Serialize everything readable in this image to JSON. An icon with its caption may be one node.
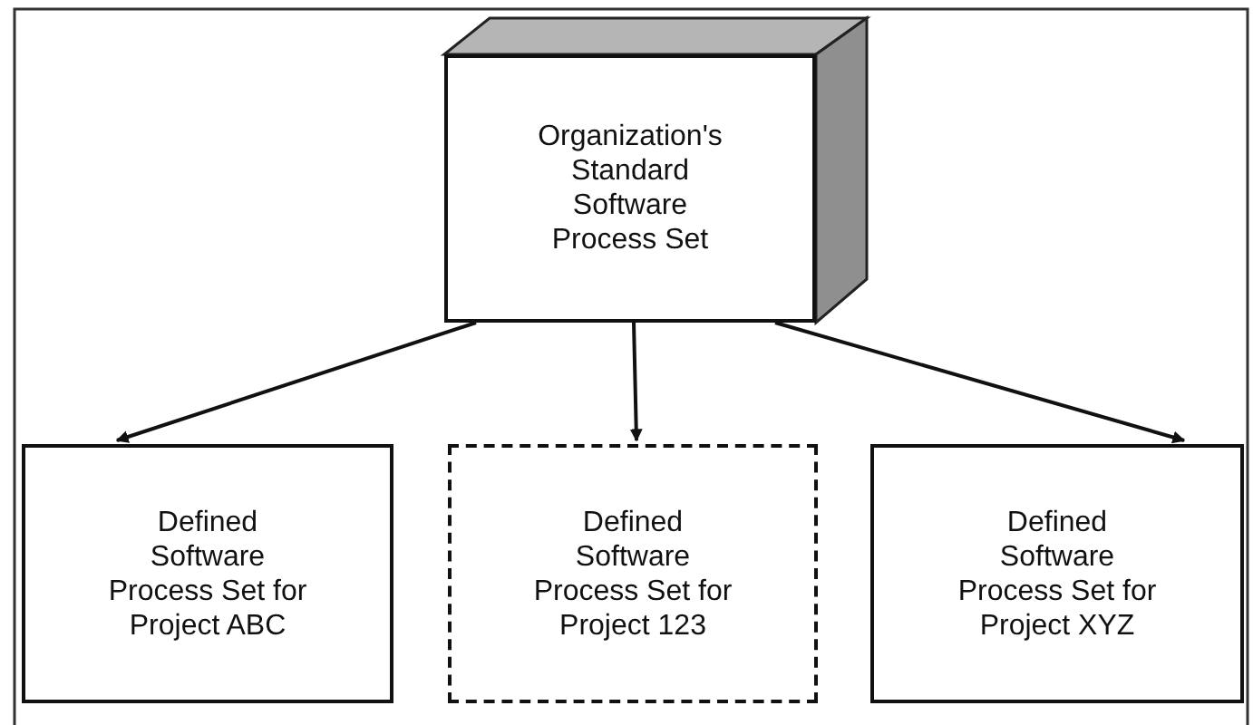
{
  "diagram": {
    "nodes": [
      {
        "text": [
          "Organization's Standard Software Process Set"
        ]
      },
      {
        "text": [
          "Defined Software Process Set for Project ABC"
        ]
      },
      {
        "text": [
          "Defined Software Process Set for Project 123"
        ]
      },
      {
        "text": [
          "Defined Software Process Set for Project XYZ"
        ]
      }
    ],
    "edges": [
      {
        "from": 0,
        "to": 1,
        "arrow": "to"
      },
      {
        "from": 0,
        "to": 2,
        "arrow": "to"
      },
      {
        "from": 0,
        "to": 3,
        "arrow": "to"
      }
    ]
  }
}
